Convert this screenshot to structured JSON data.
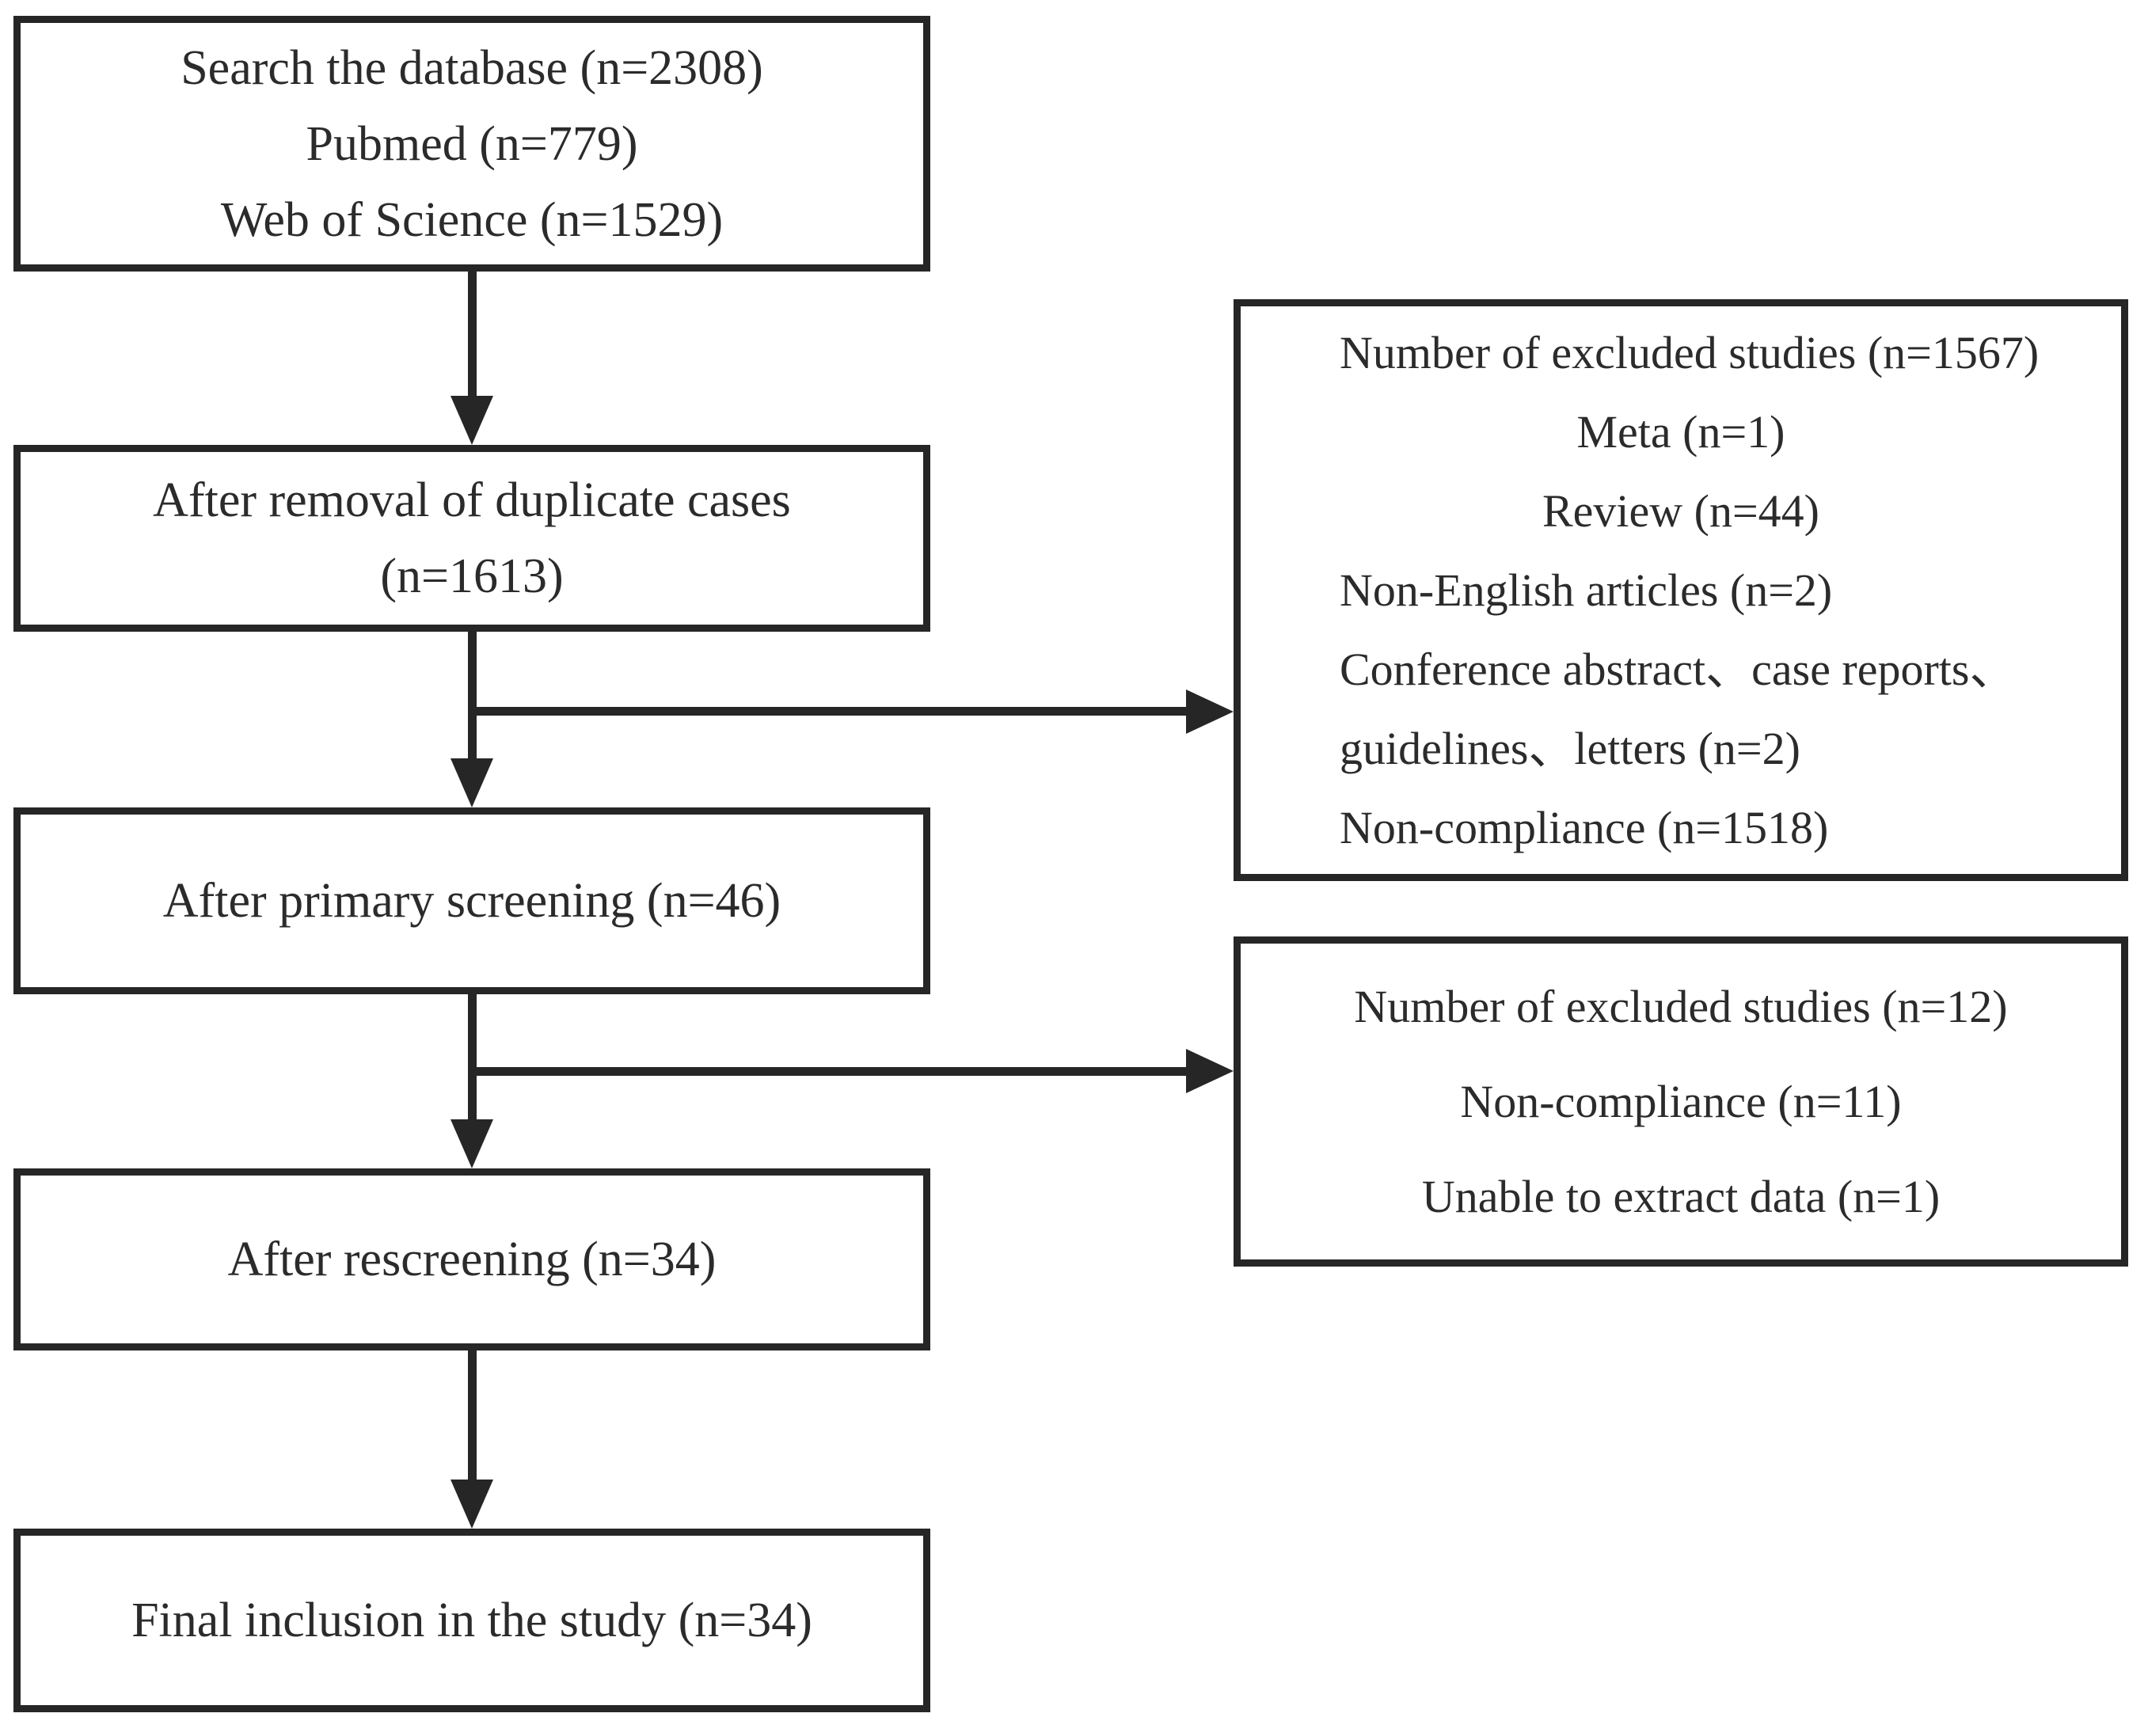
{
  "diagram": {
    "boxes": {
      "search": {
        "lines": [
          "Search the database (n=2308)",
          "Pubmed (n=779)",
          "Web of Science (n=1529)"
        ]
      },
      "deduplicated": {
        "lines": [
          "After removal of duplicate cases",
          "(n=1613)"
        ]
      },
      "primary_screening": {
        "lines": [
          "After primary screening (n=46)"
        ]
      },
      "rescreening": {
        "lines": [
          "After rescreening (n=34)"
        ]
      },
      "final_inclusion": {
        "lines": [
          "Final inclusion in the study (n=34)"
        ]
      },
      "excluded_primary": {
        "lines": [
          "Number of excluded studies (n=1567)",
          "Meta (n=1)",
          "Review (n=44)",
          "Non-English articles (n=2)",
          "Conference abstract、case reports、",
          "guidelines、letters (n=2)",
          "Non-compliance (n=1518)"
        ]
      },
      "excluded_rescreen": {
        "lines": [
          "Number of excluded studies (n=12)",
          "Non-compliance (n=11)",
          "Unable to extract data (n=1)"
        ]
      }
    },
    "colors": {
      "stroke": "#262626",
      "text": "#2b2b2b",
      "background": "#ffffff"
    }
  }
}
